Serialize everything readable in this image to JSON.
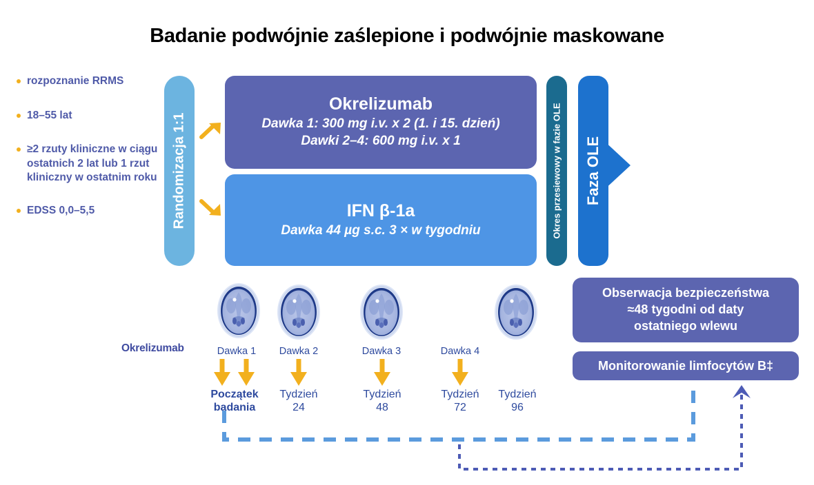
{
  "title": "Badanie podwójnie zaślepione i podwójnie maskowane",
  "colors": {
    "purple_box": "#5c65b0",
    "blue_box": "#4e95e5",
    "randomization_bar": "#6cb4e0",
    "screening_bar": "#1b6b8f",
    "ole_phase": "#1d72ce",
    "arrow_yellow": "#f2b01e",
    "bullet_text": "#4f5aa8",
    "timeline_text": "#2e4a9e",
    "dashed_light_blue": "#5b9bdd",
    "dotted_dark_blue": "#4d5bb5"
  },
  "criteria": {
    "items": [
      "rozpoznanie RRMS",
      "18–55 lat",
      "≥2 rzuty kliniczne w ciągu ostatnich 2 lat lub 1 rzut kliniczny w ostatnim roku",
      "EDSS 0,0–5,5"
    ]
  },
  "randomization": {
    "label": "Randomizacja 1:1"
  },
  "arms": [
    {
      "name": "ocrelizumab-arm",
      "title": "Okrelizumab",
      "line1": "Dawka 1: 300 mg i.v. x 2 (1. i 15. dzień)",
      "line2": "Dawki 2–4: 600 mg i.v. x 1"
    },
    {
      "name": "ifn-arm",
      "title": "IFN β-1a",
      "line1": "Dawka 44 µg s.c. 3 × w tygodniu",
      "line2": ""
    }
  ],
  "screening": {
    "label": "Okres przesiewowy w fazie OLE"
  },
  "ole": {
    "label": "Faza OLE"
  },
  "timeline": {
    "arm_label": "Okrelizumab",
    "doses": [
      {
        "label": "Dawka 1"
      },
      {
        "label": "Dawka 2"
      },
      {
        "label": "Dawka 3"
      },
      {
        "label": "Dawka 4"
      }
    ],
    "timepoints": [
      {
        "label": "Początek\nbadania",
        "line1": "Początek",
        "line2": "badania"
      },
      {
        "label": "Tydzień 24",
        "line1": "Tydzień",
        "line2": "24"
      },
      {
        "label": "Tydzień 48",
        "line1": "Tydzień",
        "line2": "48"
      },
      {
        "label": "Tydzień 72",
        "line1": "Tydzień",
        "line2": "72"
      },
      {
        "label": "Tydzień 96",
        "line1": "Tydzień",
        "line2": "96"
      }
    ]
  },
  "followup": {
    "safety_line1": "Obserwacja bezpieczeństwa",
    "safety_line2": "≈48 tygodni od daty",
    "safety_line3": "ostatniego wlewu",
    "monitoring": "Monitorowanie limfocytów B‡"
  }
}
